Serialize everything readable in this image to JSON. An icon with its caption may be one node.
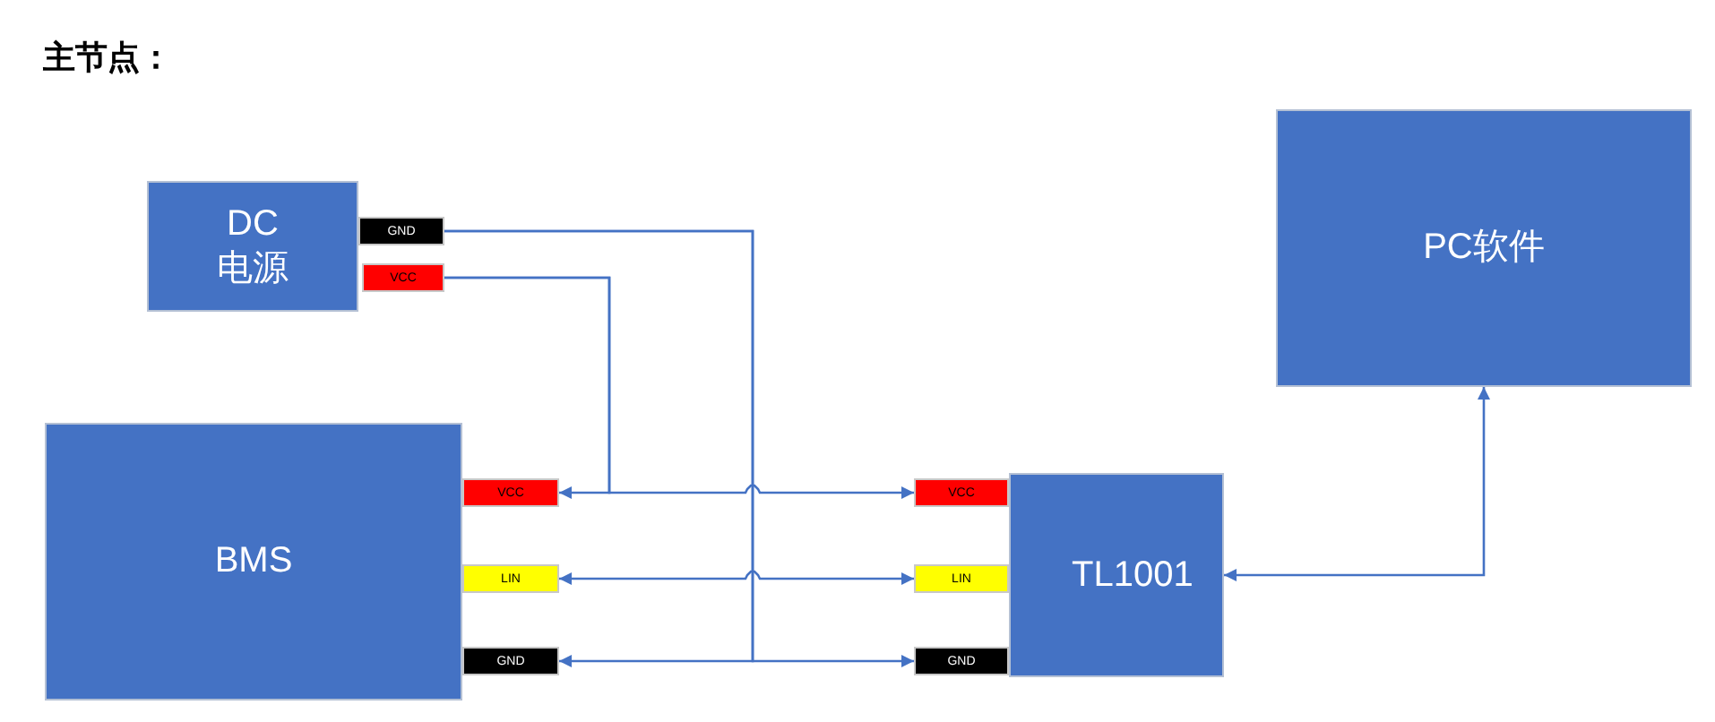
{
  "diagram": {
    "title": "主节点：",
    "nodes": [
      {
        "text": [
          "DC 电源"
        ]
      },
      {
        "text": [
          "GND"
        ]
      },
      {
        "text": [
          "VCC"
        ]
      },
      {
        "text": [
          "PC软件"
        ]
      },
      {
        "text": [
          "BMS"
        ]
      },
      {
        "text": [
          "VCC"
        ]
      },
      {
        "text": [
          "LIN"
        ]
      },
      {
        "text": [
          "GND"
        ]
      },
      {
        "text": [
          "VCC"
        ]
      },
      {
        "text": [
          "LIN"
        ]
      },
      {
        "text": [
          "GND"
        ]
      },
      {
        "text": [
          "TL1001"
        ]
      }
    ],
    "edges": [
      {
        "from": 2,
        "to": 5,
        "arrow": "to"
      },
      {
        "from": 2,
        "to": 8,
        "arrow": "to"
      },
      {
        "from": 6,
        "to": 9,
        "arrow": "both"
      },
      {
        "from": 1,
        "to": 7,
        "arrow": "to"
      },
      {
        "from": 1,
        "to": 10,
        "arrow": "to"
      },
      {
        "from": 11,
        "to": 3,
        "arrow": "both"
      }
    ]
  }
}
